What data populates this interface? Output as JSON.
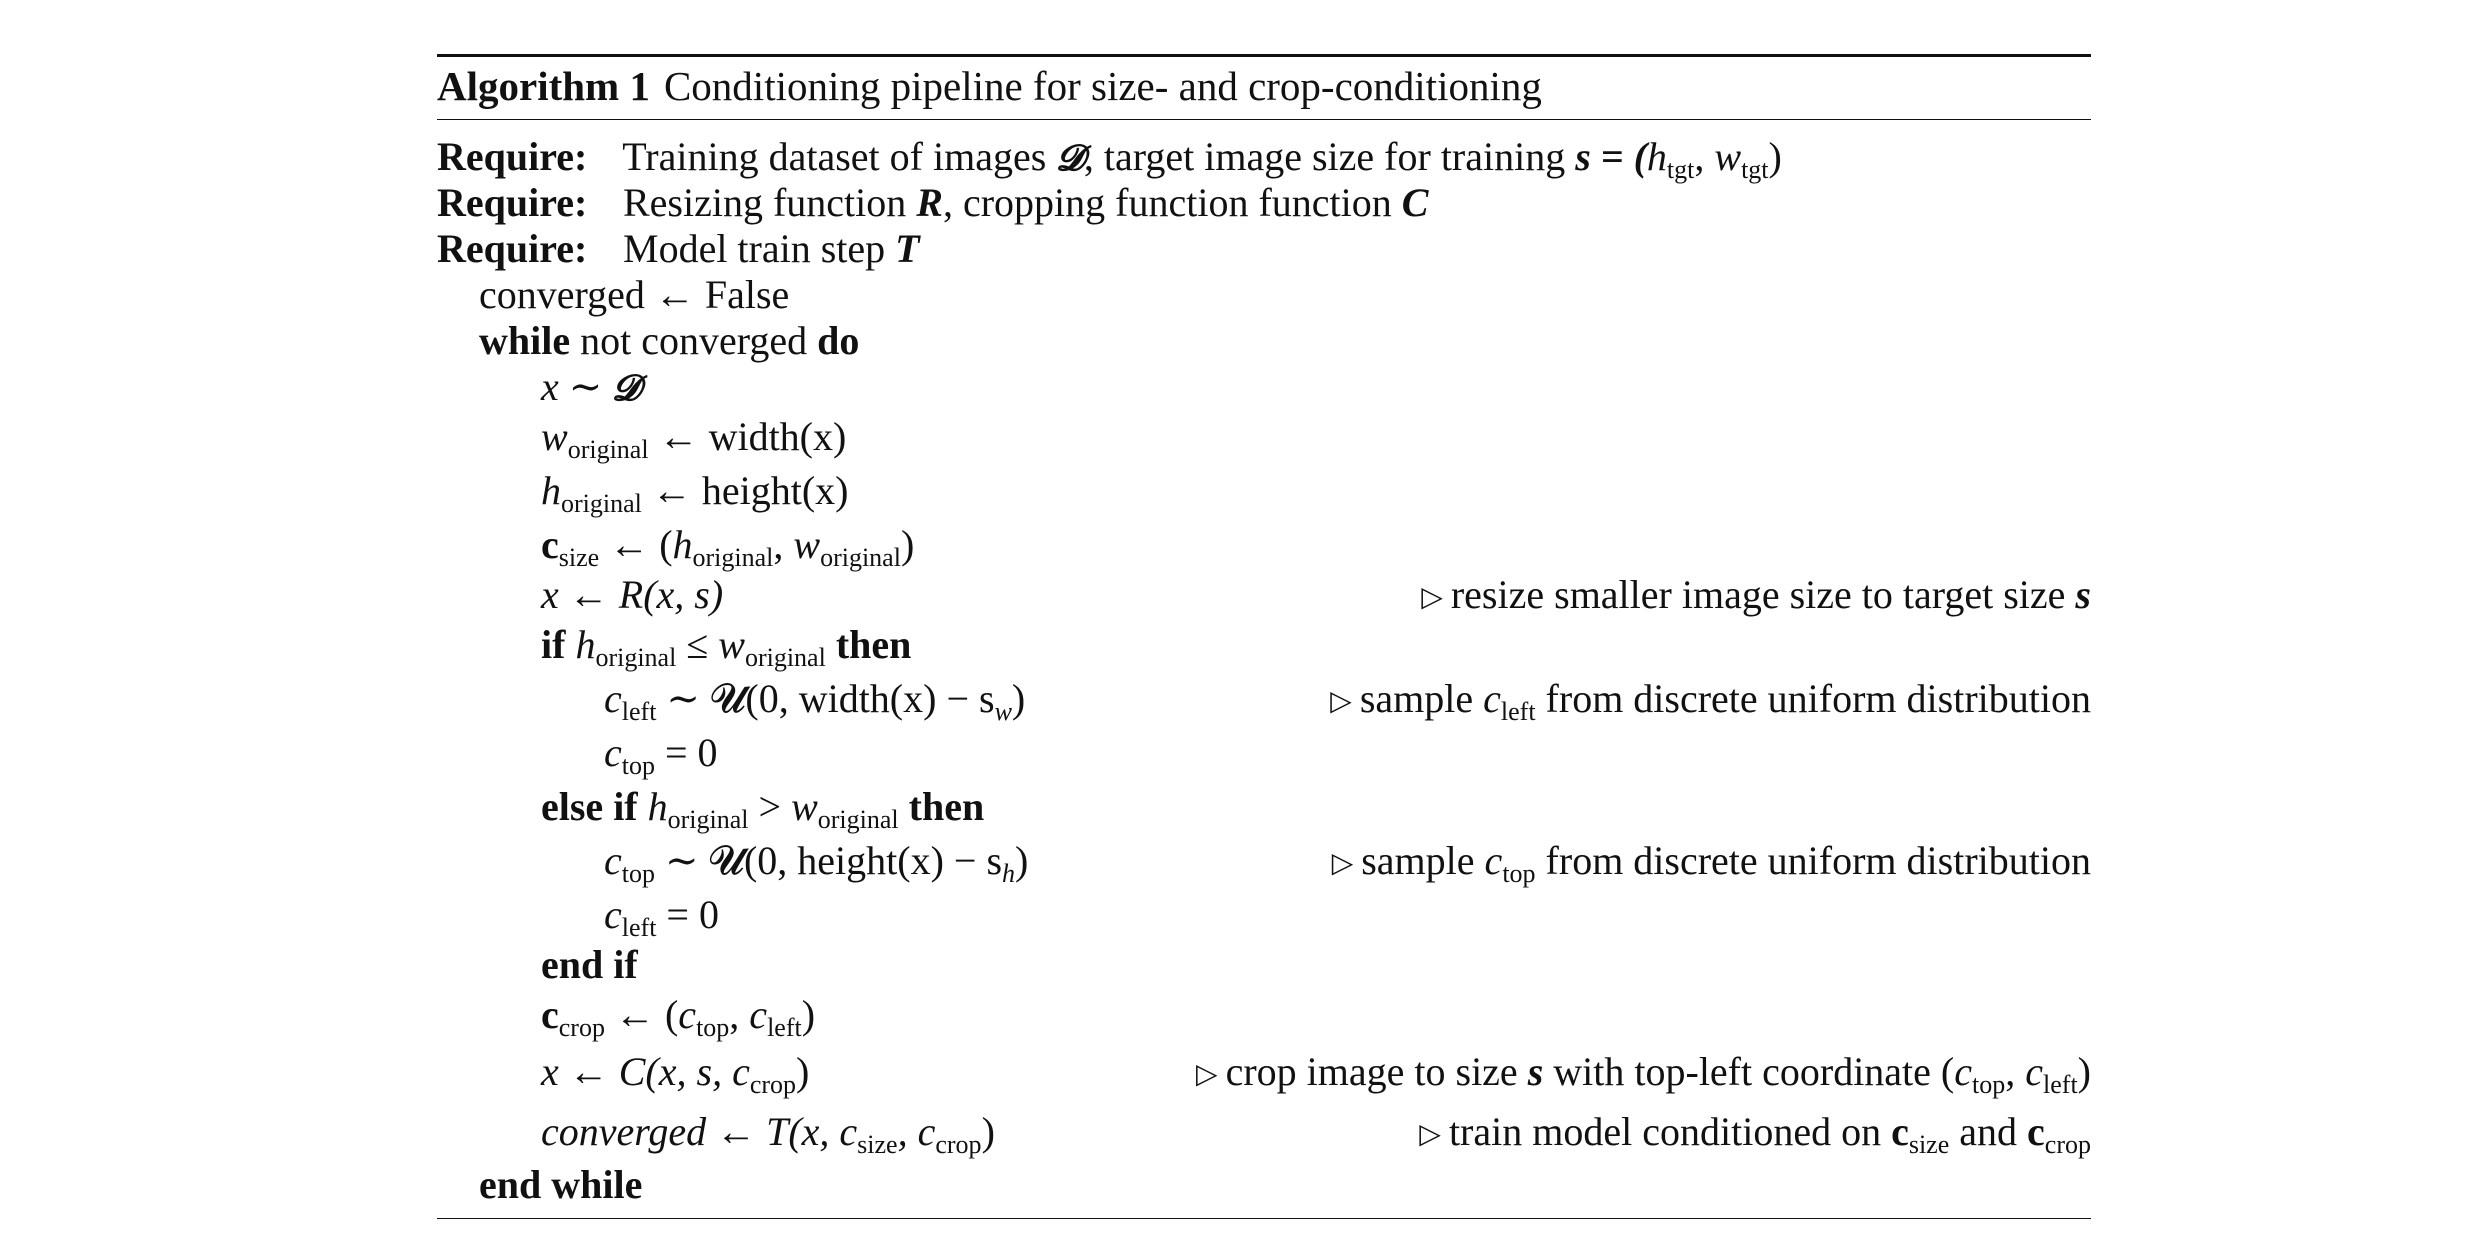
{
  "caption": {
    "label": "Algorithm 1",
    "title": "Conditioning pipeline for size- and crop-conditioning"
  },
  "keywords": {
    "require": "Require:",
    "while": "while",
    "do": "do",
    "if": "if",
    "then": "then",
    "else_if": "else if",
    "end_if": "end if",
    "end_while": "end while"
  },
  "require": {
    "r1_text": "Training dataset of images",
    "r1_sym": "𝓓",
    "r1_text2": ", target image size for training",
    "r1_eq": "s = (",
    "r1_h": "h",
    "r1_tgt1": "tgt",
    "r1_comma": ", ",
    "r1_w": "w",
    "r1_tgt2": "tgt",
    "r1_close": ")",
    "r2_text": "Resizing function",
    "r2_R": "R",
    "r2_text2": ", cropping function function",
    "r2_C": "C",
    "r3_text": "Model train step",
    "r3_T": "T"
  },
  "lines": {
    "l_converged_init": "converged ← False",
    "l_while_cond": "not converged",
    "l_sample_x": "x ∼ ",
    "l_sample_D": "𝓓",
    "l_w": "w",
    "l_w_sub": "original",
    "l_w_rhs": " ← width(x)",
    "l_h": "h",
    "l_h_sub": "original",
    "l_h_rhs": " ← height(x)",
    "l_csize": "c",
    "l_csize_sub": "size",
    "l_csize_rhs1": " ← (",
    "l_csize_h": "h",
    "l_csize_hsub": "original",
    "l_csize_comma": ", ",
    "l_csize_w": "w",
    "l_csize_wsub": "original",
    "l_csize_close": ")",
    "l_resize": "x ← R(x, s)",
    "l_resize_comment": "resize smaller image size to target size",
    "l_resize_comment_s": "s",
    "l_if_h": "h",
    "l_if_hsub": "original",
    "l_if_le": " ≤ ",
    "l_if_w": "w",
    "l_if_wsub": "original",
    "l_cleft": "c",
    "l_cleft_sub": "left",
    "l_cleft_rhs": " ∼ 𝓤(0, width(x) − s",
    "l_cleft_rhs_sub": "w",
    "l_cleft_close": ")",
    "l_cleft_comment_a": "sample",
    "l_cleft_comment_c": "c",
    "l_cleft_comment_sub": "left",
    "l_cleft_comment_b": "from discrete uniform distribution",
    "l_ctop0": "c",
    "l_ctop0_sub": "top",
    "l_ctop0_rhs": " = 0",
    "l_elif_h": "h",
    "l_elif_hsub": "original",
    "l_elif_gt": " > ",
    "l_elif_w": "w",
    "l_elif_wsub": "original",
    "l_ctop": "c",
    "l_ctop_sub": "top",
    "l_ctop_rhs": " ∼ 𝓤(0, height(x) − s",
    "l_ctop_rhs_sub": "h",
    "l_ctop_close": ")",
    "l_ctop_comment_a": "sample",
    "l_ctop_comment_c": "c",
    "l_ctop_comment_sub": "top",
    "l_ctop_comment_b": "from discrete uniform distribution",
    "l_cleft0": "c",
    "l_cleft0_sub": "left",
    "l_cleft0_rhs": " = 0",
    "l_ccrop": "c",
    "l_ccrop_sub": "crop",
    "l_ccrop_rhs1": " ← (",
    "l_ccrop_c1": "c",
    "l_ccrop_c1sub": "top",
    "l_ccrop_comma": ", ",
    "l_ccrop_c2": "c",
    "l_ccrop_c2sub": "left",
    "l_ccrop_close": ")",
    "l_crop": "x ← C(x, s, c",
    "l_crop_sub": "crop",
    "l_crop_close": ")",
    "l_crop_comment_a": "crop image to size",
    "l_crop_comment_s": "s",
    "l_crop_comment_b": "with top-left coordinate (",
    "l_crop_comment_c1": "c",
    "l_crop_comment_c1sub": "top",
    "l_crop_comment_comma": ", ",
    "l_crop_comment_c2": "c",
    "l_crop_comment_c2sub": "left",
    "l_crop_comment_close": ")",
    "l_train": "converged ← T(x, c",
    "l_train_sub1": "size",
    "l_train_mid": ", c",
    "l_train_sub2": "crop",
    "l_train_close": ")",
    "l_train_comment_a": "train model conditioned on",
    "l_train_comment_c1": "c",
    "l_train_comment_c1sub": "size",
    "l_train_comment_and": "and",
    "l_train_comment_c2": "c",
    "l_train_comment_c2sub": "crop"
  },
  "comment_marker": "▷"
}
